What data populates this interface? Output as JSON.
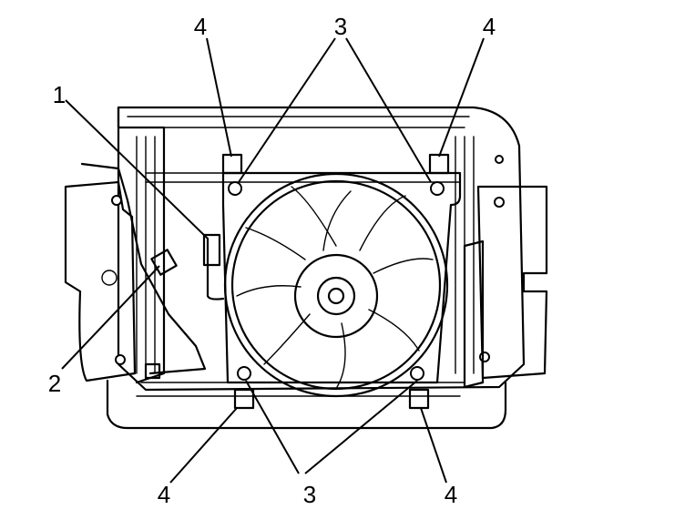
{
  "callouts": [
    {
      "id": "c4-top-left",
      "label": "4"
    },
    {
      "id": "c3-top",
      "label": "3"
    },
    {
      "id": "c4-top-right",
      "label": "4"
    },
    {
      "id": "c1",
      "label": "1"
    },
    {
      "id": "c2",
      "label": "2"
    },
    {
      "id": "c4-bottom-left",
      "label": "4"
    },
    {
      "id": "c3-bottom",
      "label": "3"
    },
    {
      "id": "c4-bottom-right",
      "label": "4"
    }
  ],
  "colors": {
    "line": "#000000",
    "background": "#ffffff"
  }
}
